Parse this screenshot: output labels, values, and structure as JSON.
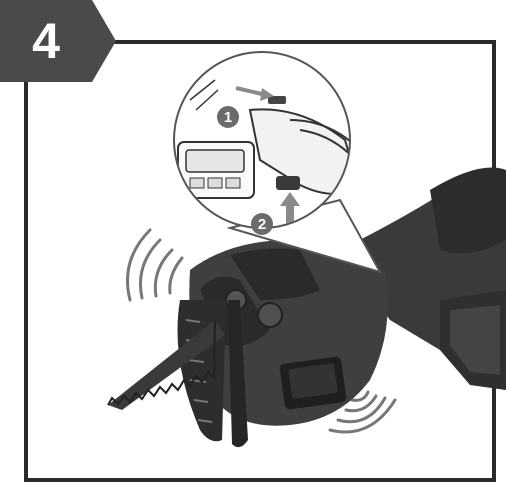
{
  "step": {
    "number": "4"
  },
  "callouts": [
    {
      "label": "1"
    },
    {
      "label": "2"
    }
  ],
  "colors": {
    "tab": "#4a4a4a",
    "frame": "#2a2a2a",
    "tool_body": "#3a3a3a",
    "tool_dark": "#222222",
    "callout_badge": "#6b6b6b",
    "arrow": "#8a8a8a"
  },
  "illustration": {
    "subject": "reciprocating-saw-blade-release"
  }
}
